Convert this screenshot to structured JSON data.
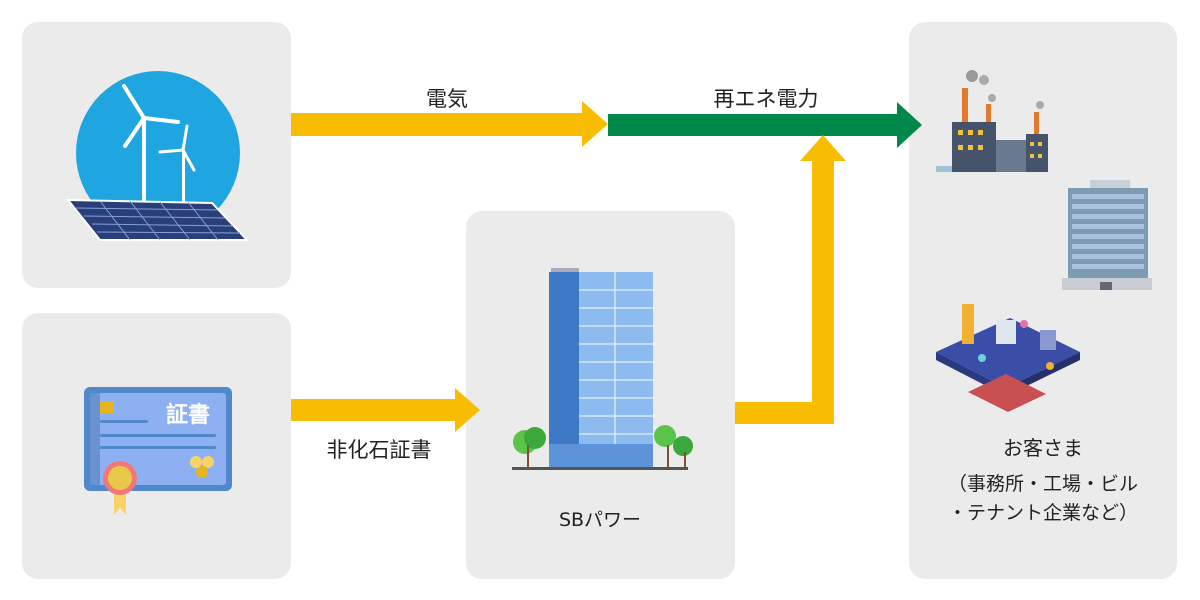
{
  "labels": {
    "electricity": "電気",
    "renewable_power": "再エネ電力",
    "non_fossil_certificate": "非化石証書",
    "sb_power": "SBパワー",
    "certificate_icon_text": "証書"
  },
  "customers": {
    "title": "お客さま",
    "line1": "（事務所・工場・ビル",
    "line2": "・テナント企業など）"
  },
  "colors": {
    "yellow_arrow": "#f8bd00",
    "green_arrow": "#00874a",
    "panel": "#ebebeb"
  }
}
